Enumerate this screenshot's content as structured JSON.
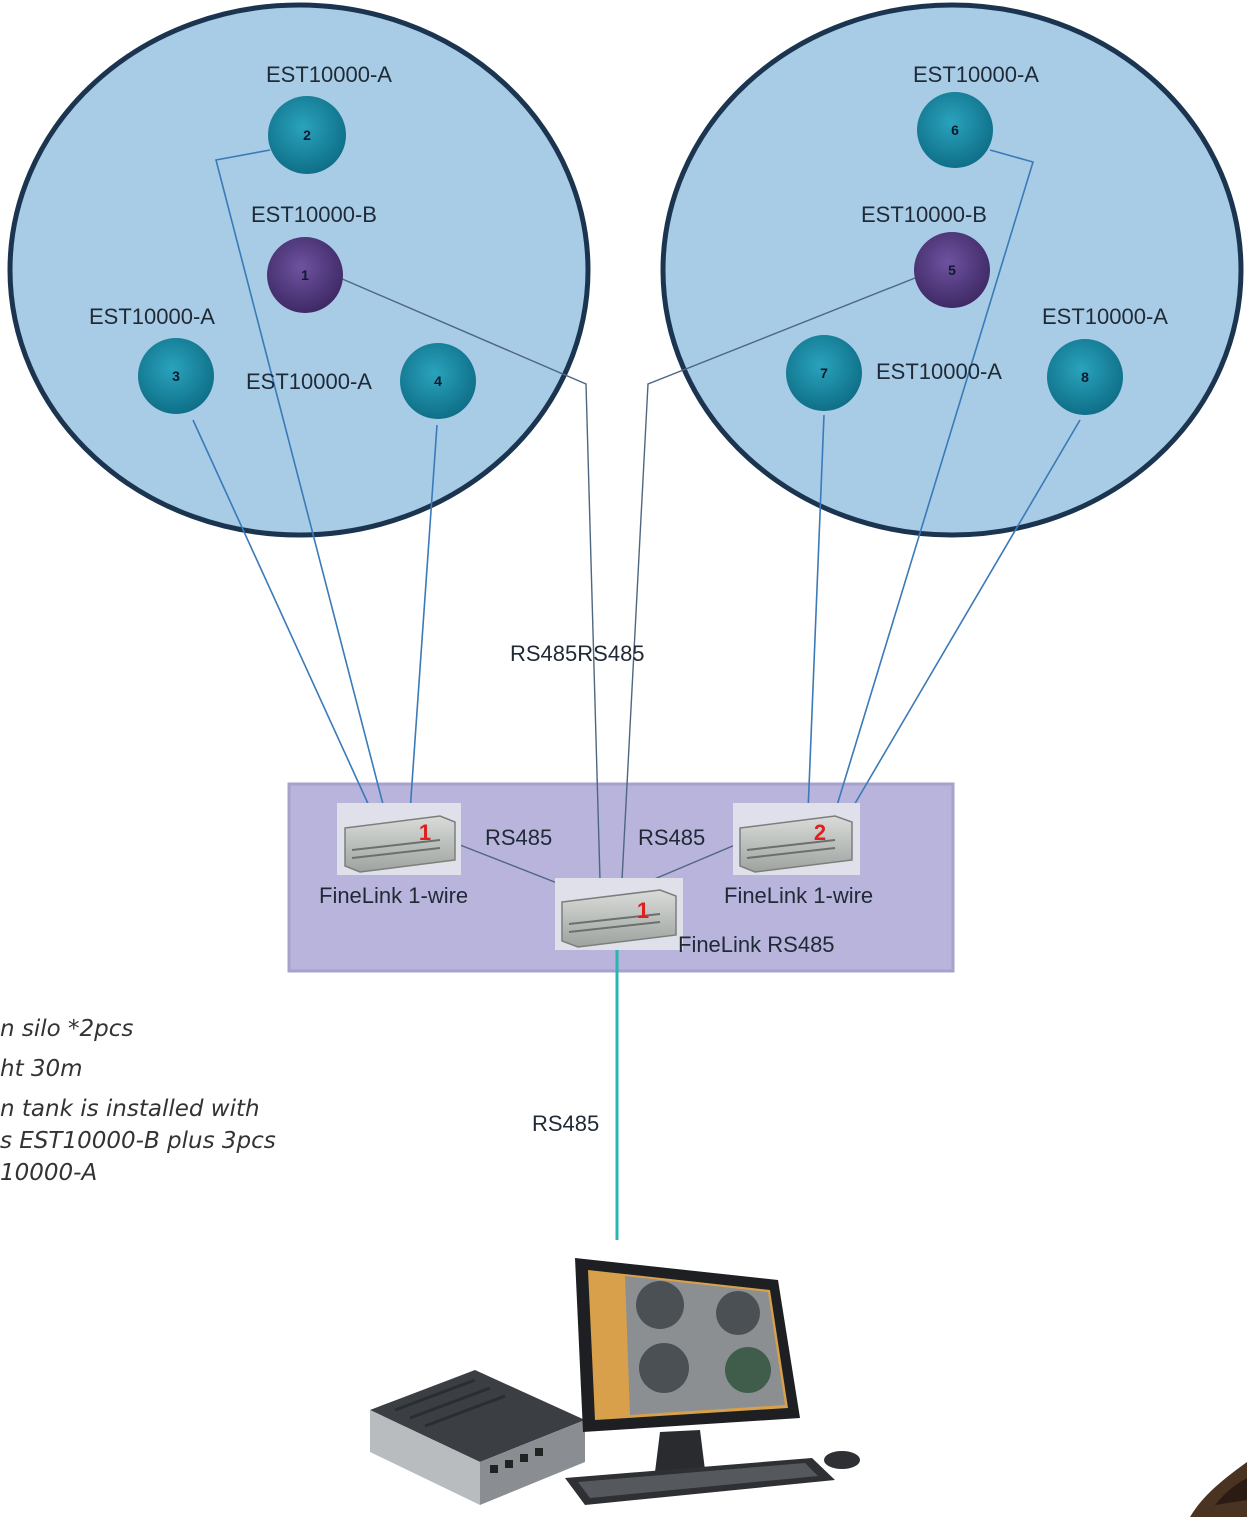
{
  "silos": {
    "left": {
      "sensors": [
        {
          "id": "2",
          "label": "EST10000-A",
          "type": "A"
        },
        {
          "id": "1",
          "label": "EST10000-B",
          "type": "B"
        },
        {
          "id": "3",
          "label": "EST10000-A",
          "type": "A"
        },
        {
          "id": "4",
          "label": "EST10000-A",
          "type": "A"
        }
      ]
    },
    "right": {
      "sensors": [
        {
          "id": "6",
          "label": "EST10000-A",
          "type": "A"
        },
        {
          "id": "5",
          "label": "EST10000-B",
          "type": "B"
        },
        {
          "id": "7",
          "label": "EST10000-A",
          "type": "A"
        },
        {
          "id": "8",
          "label": "EST10000-A",
          "type": "A"
        }
      ]
    }
  },
  "bus_label_top": "RS485RS485",
  "devices": {
    "finelink_1wire_left": {
      "label": "FineLink 1-wire",
      "number": "1"
    },
    "finelink_1wire_right": {
      "label": "FineLink 1-wire",
      "number": "2"
    },
    "finelink_rs485": {
      "label": "FineLink RS485",
      "number": "1"
    },
    "link_left_label": "RS485",
    "link_right_label": "RS485"
  },
  "uplink_label": "RS485",
  "notes": [
    "n silo *2pcs",
    "ht 30m",
    "n tank is installed with",
    "s EST10000-B plus 3pcs",
    "10000-A"
  ],
  "colors": {
    "silo_fill": "#a8cce6",
    "silo_stroke": "#1b3550",
    "sensor_a": "#1a86a0",
    "sensor_b": "#5a3c86",
    "wire": "#3a7ab8",
    "panel": "#b8b4dc",
    "uplink": "#2bb5b0"
  }
}
